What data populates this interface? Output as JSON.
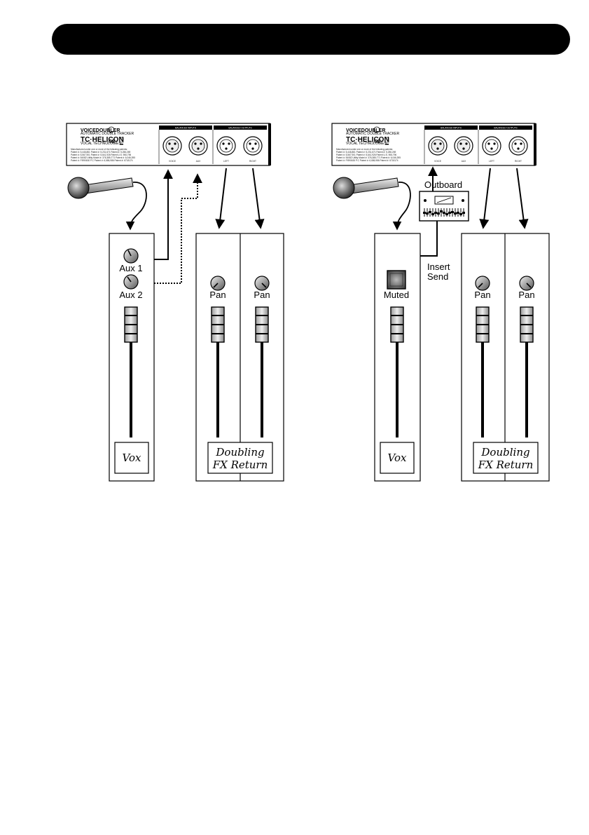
{
  "header_bar": {
    "text": ""
  },
  "left_setup": {
    "unit": {
      "model": "VOICEDOUBLER",
      "subtitle": "AUTOMATIC DOUBLE TRACKER",
      "brand": "TC·HELICON",
      "brand_tag": "VOCAL TECHNOLOGIES",
      "inputs_header": "BALANCED INPUTS",
      "outputs_header": "BALANCED OUTPUTS",
      "jack_labels": [
        "VOICE",
        "AUX",
        "LEFT",
        "RIGHT"
      ],
      "patent_lines": [
        "Manufactured under one or more of the following patents:",
        "Patent #: 5,446,861 Patent #: 5,231,671 Patent #: 5,256,269",
        "Patent #: 5,567,901 Patent #: 5,641,926 Patent U.S. 906,796",
        "Patent #: 54082 Utility Model #: 376,385-T71 Patent #: 6,046,395",
        "Patent #: FI990630 P.C Patent #: 6,686,986 Patent #: 6718174"
      ]
    },
    "vocal_channel": {
      "knob1_label": "Aux 1",
      "knob2_label": "Aux 2",
      "scribble": "Vox"
    },
    "return_channels": {
      "pan_left_label": "Pan",
      "pan_right_label": "Pan",
      "scribble_line1": "Doubling",
      "scribble_line2": "FX Return"
    }
  },
  "right_setup": {
    "unit": {
      "model": "VOICEDOUBLER",
      "subtitle": "AUTOMATIC DOUBLE TRACKER",
      "brand": "TC·HELICON",
      "brand_tag": "VOCAL TECHNOLOGIES",
      "inputs_header": "BALANCED INPUTS",
      "outputs_header": "BALANCED OUTPUTS",
      "jack_labels": [
        "VOICE",
        "AUX",
        "LEFT",
        "RIGHT"
      ],
      "patent_lines": [
        "Manufactured under one or more of the following patents:",
        "Patent #: 5,446,861 Patent #: 5,231,671 Patent #: 5,256,269",
        "Patent #: 5,567,901 Patent #: 5,641,926 Patent U.S. 906,796",
        "Patent #: 54082 Utility Model #: 376,385-T71 Patent #: 6,046,395",
        "Patent #: FI990630 P.C Patent #: 6,686,986 Patent #: 6718174"
      ]
    },
    "outboard_label": "Outboard",
    "insert_line1": "Insert",
    "insert_line2": "Send",
    "vocal_channel": {
      "mute_label": "Muted",
      "scribble": "Vox"
    },
    "return_channels": {
      "pan_left_label": "Pan",
      "pan_right_label": "Pan",
      "scribble_line1": "Doubling",
      "scribble_line2": "FX Return"
    }
  }
}
